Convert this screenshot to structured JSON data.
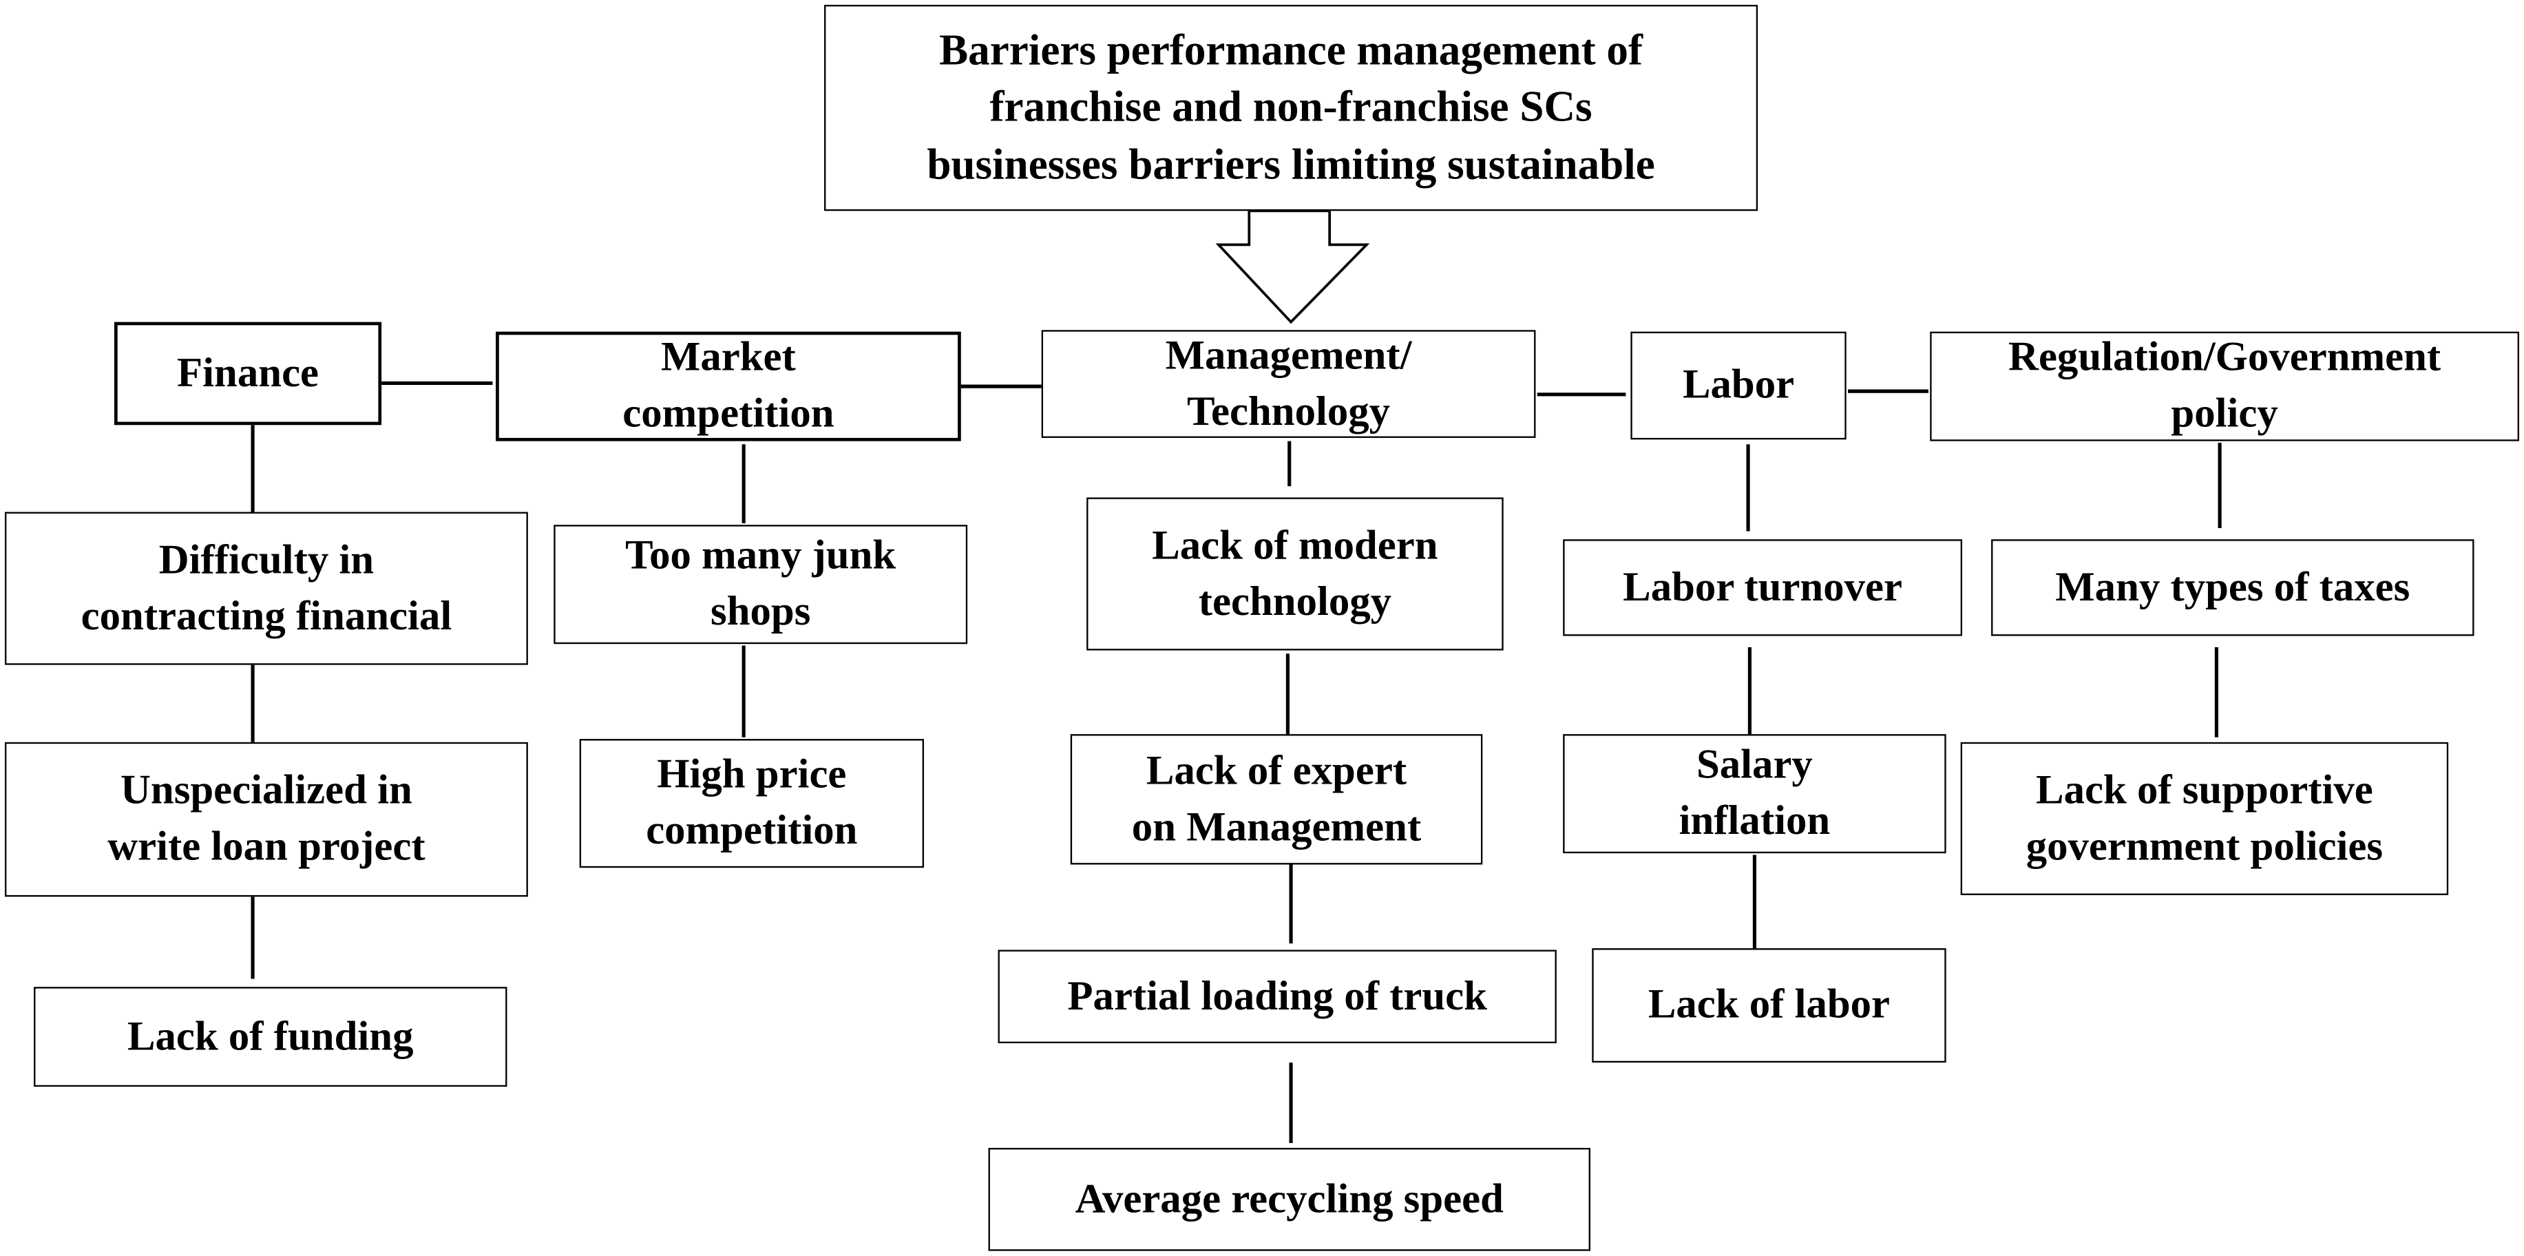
{
  "title": "Barriers performance management of\nfranchise and non-franchise SCs\nbusinesses barriers limiting sustainable",
  "categories": {
    "finance": "Finance",
    "market": "Market\ncompetition",
    "management": "Management/\nTechnology",
    "labor": "Labor",
    "regulation": "Regulation/Government\npolicy"
  },
  "finance_items": [
    "Difficulty in\ncontracting financial",
    "Unspecialized in\nwrite loan project",
    "Lack of funding"
  ],
  "market_items": [
    "Too many junk\nshops",
    "High price\ncompetition"
  ],
  "management_items": [
    "Lack of modern\ntechnology",
    "Lack of expert\non Management",
    "Partial loading of truck",
    "Average recycling speed"
  ],
  "labor_items": [
    "Labor turnover",
    "Salary\ninflation",
    "Lack of labor"
  ],
  "regulation_items": [
    "Many types of taxes",
    "Lack of supportive\ngovernment policies"
  ]
}
